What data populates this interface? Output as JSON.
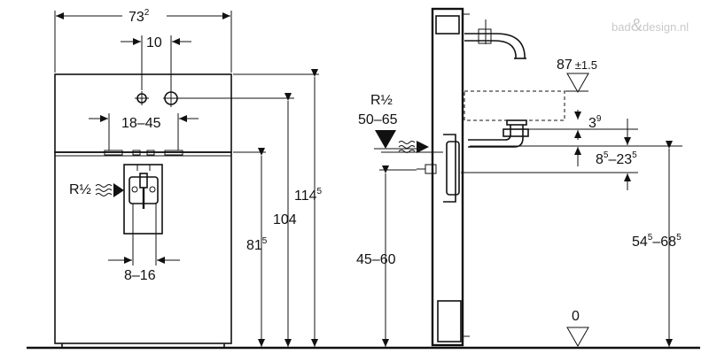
{
  "watermark": {
    "prefix": "bad",
    "amp": "&",
    "suffix": "design.nl"
  },
  "front": {
    "width_main": "73",
    "width_sup": "2",
    "spacing_10": "10",
    "spacing_18_45": "18–45",
    "r_half": "R½",
    "spacing_8_16": "8–16",
    "height_81_main": "81",
    "height_81_sup": "5",
    "height_104": "104",
    "height_114_main": "114",
    "height_114_sup": "5"
  },
  "side": {
    "r_half": "R½",
    "range_50_65": "50–65",
    "level_87_main": "87",
    "level_87_tol": "±1.5",
    "dim_3_main": "3",
    "dim_3_sup": "9",
    "range_8_main": "8",
    "range_8_sup1": "5",
    "range_8_mid": "–23",
    "range_8_sup2": "5",
    "range_45_60": "45–60",
    "range_54_main": "54",
    "range_54_sup1": "5",
    "range_54_mid": "–68",
    "range_54_sup2": "5",
    "floor_0": "0"
  }
}
